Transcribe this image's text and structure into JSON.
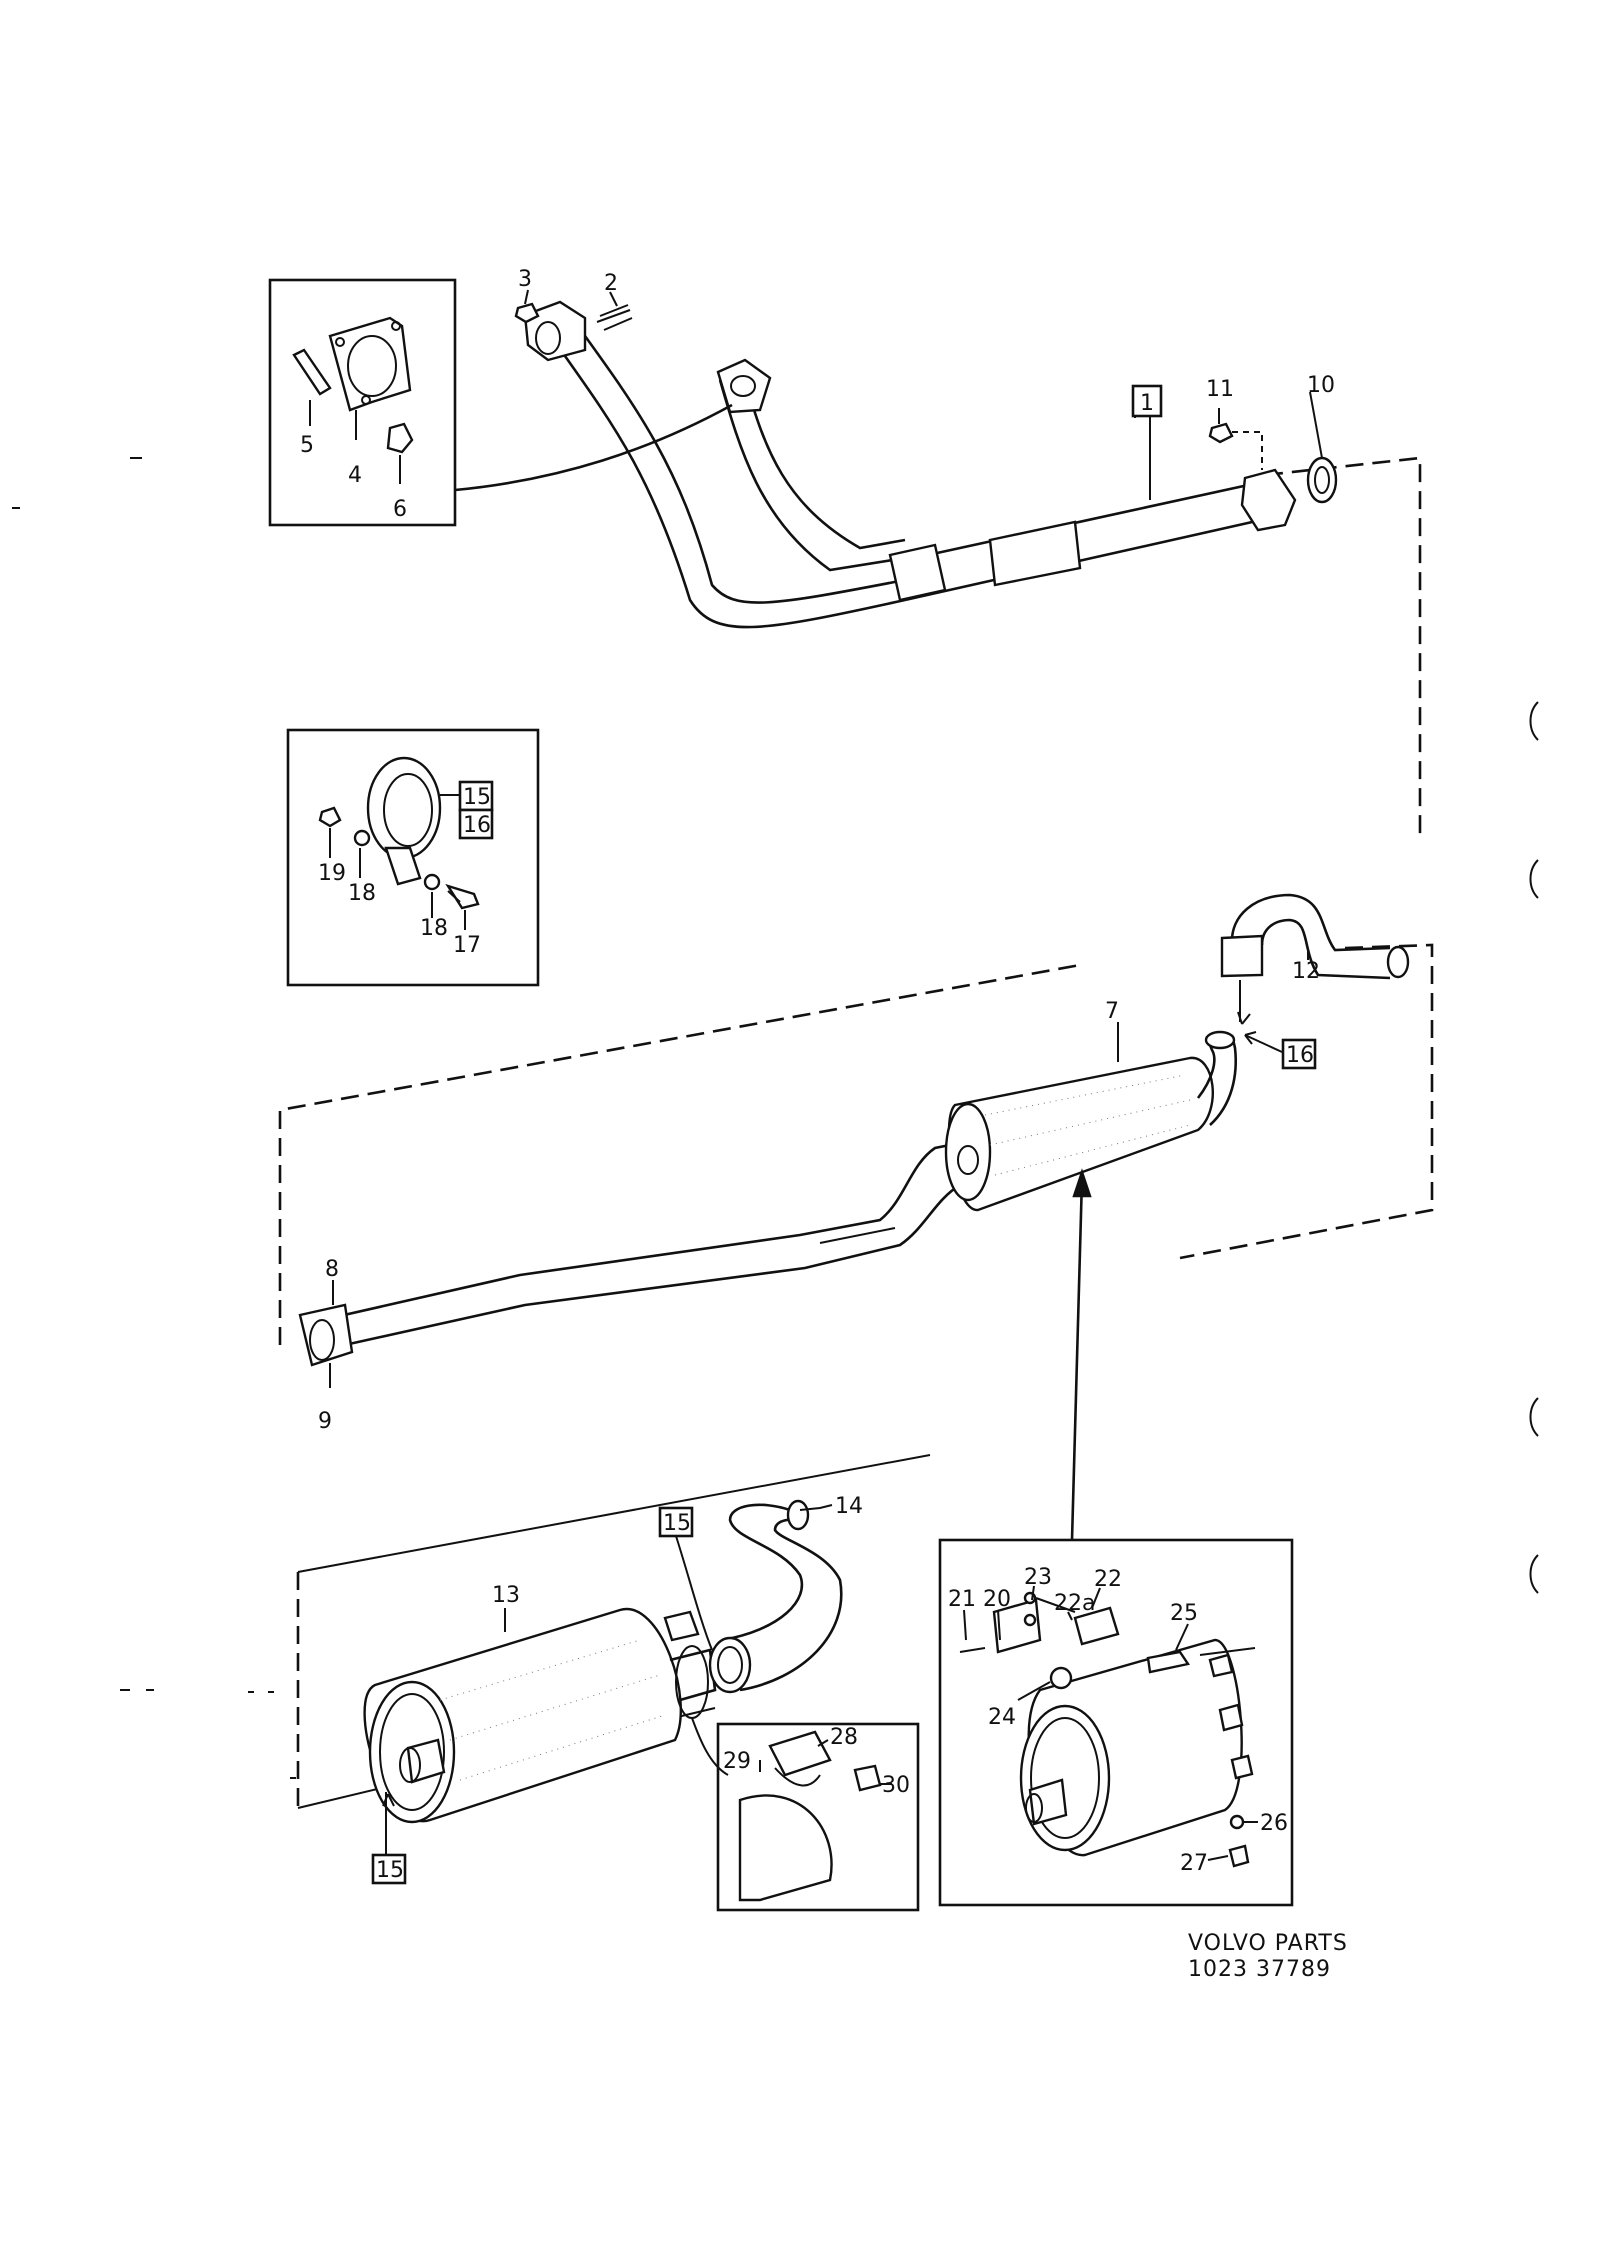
{
  "callouts": {
    "c1": "1",
    "c2": "2",
    "c3": "3",
    "c4": "4",
    "c5": "5",
    "c6": "6",
    "c7": "7",
    "c8": "8",
    "c9": "9",
    "c10": "10",
    "c11": "11",
    "c12": "12",
    "c13": "13",
    "c14": "14",
    "c15a": "15",
    "c15b": "15",
    "c15c": "15",
    "c16a": "16",
    "c16b": "16",
    "c17": "17",
    "c18a": "18",
    "c18b": "18",
    "c19": "19",
    "c20": "20",
    "c21": "21",
    "c22": "22",
    "c22a": "22a",
    "c23": "23",
    "c24": "24",
    "c25": "25",
    "c26": "26",
    "c27": "27",
    "c28": "28",
    "c29": "29",
    "c30": "30"
  },
  "footer": {
    "brand": "VOLVO PARTS",
    "code": "1023 37789"
  }
}
